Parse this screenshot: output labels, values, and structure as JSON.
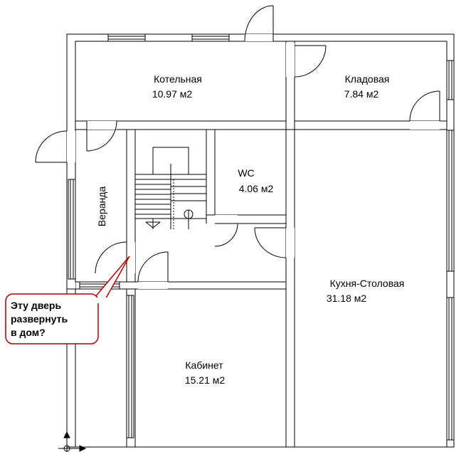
{
  "rooms": {
    "boiler": {
      "name": "Котельная",
      "area": "10.97 м2"
    },
    "storage": {
      "name": "Кладовая",
      "area": "7.84 м2"
    },
    "wc": {
      "name": "WC",
      "area": "4.06 м2"
    },
    "veranda": {
      "name": "Веранда"
    },
    "kitchen": {
      "name": "Кухня-Столовая",
      "area": "31.18 м2"
    },
    "office": {
      "name": "Кабинет",
      "area": "15.21 м2"
    }
  },
  "callout": {
    "lines": [
      "Эту дверь",
      "развернуть",
      "в дом?"
    ],
    "border_color": "#b00000"
  }
}
